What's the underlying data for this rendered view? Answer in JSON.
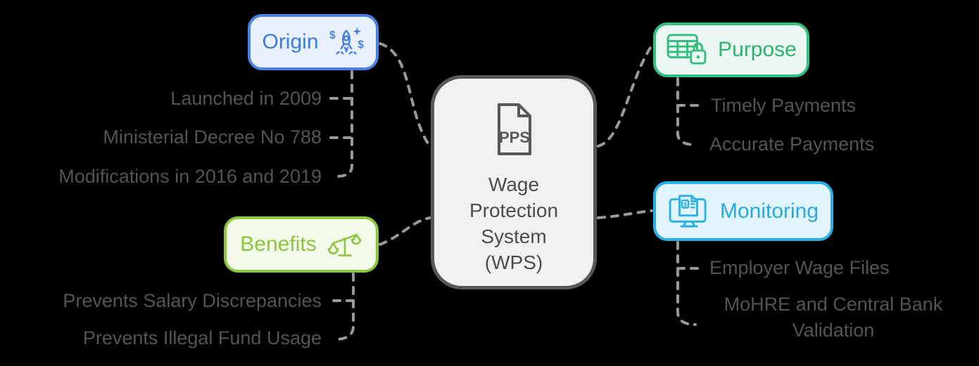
{
  "diagram": {
    "center": {
      "icon_text": "PPS",
      "title": "Wage\nProtection\nSystem\n(WPS)"
    },
    "origin": {
      "label": "Origin",
      "items": [
        "Launched in 2009",
        "Ministerial Decree No 788",
        "Modifications in 2016 and 2019"
      ]
    },
    "benefits": {
      "label": "Benefits",
      "items": [
        "Prevents Salary Discrepancies",
        "Prevents Illegal Fund Usage"
      ]
    },
    "purpose": {
      "label": "Purpose",
      "items": [
        "Timely Payments",
        "Accurate Payments"
      ]
    },
    "monitoring": {
      "label": "Monitoring",
      "items": [
        "Employer Wage Files",
        "MoHRE and Central Bank Validation"
      ]
    },
    "icons": {
      "origin": "rocket-with-dollars-icon",
      "benefits": "balance-scales-icon",
      "purpose": "spreadsheet-lock-icon",
      "monitoring": "monitor-invoice-icon",
      "center": "pps-document-icon"
    },
    "colors": {
      "background": "#000000",
      "origin_accent": "#4a82e4",
      "origin_fill": "#e8f0fd",
      "purpose_accent": "#37bd80",
      "purpose_fill": "#eaf8f1",
      "benefits_accent": "#8cc63f",
      "benefits_fill": "#f4faea",
      "monitoring_accent": "#29b0e8",
      "monitoring_fill": "#e1f4fc",
      "center_border": "#58585a",
      "center_fill": "#f1f1f2",
      "leaf_text": "#545456",
      "connector": "#999999"
    }
  }
}
